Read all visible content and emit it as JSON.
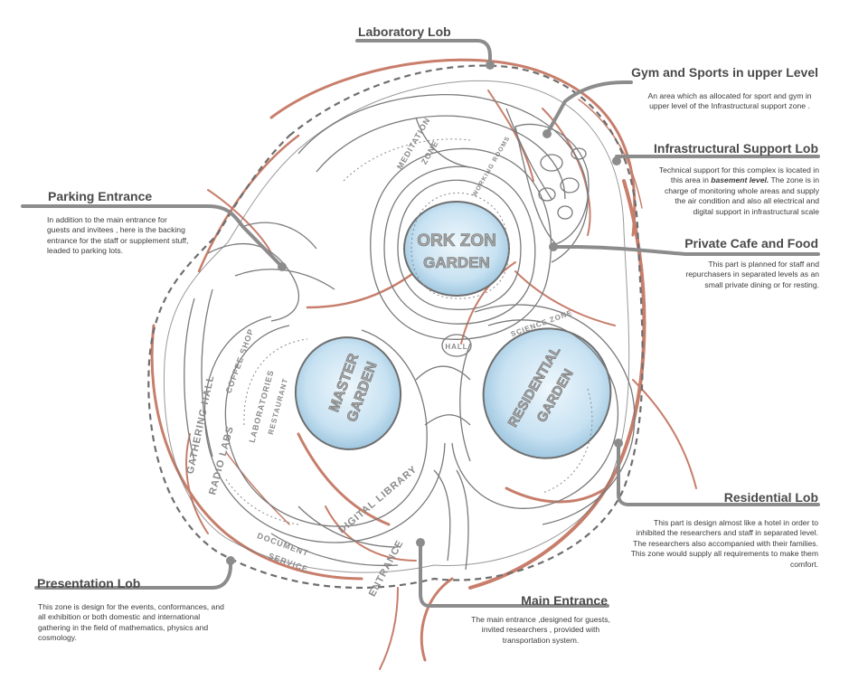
{
  "labels": {
    "laboratory": {
      "title": "Laboratory Lob"
    },
    "gym": {
      "title": "Gym and Sports in upper Level",
      "desc": "An area which as allocated for sport and gym in upper level of the Infrastructural support zone ."
    },
    "infra": {
      "title": "Infrastructural Support  Lob",
      "desc_1": "Technical support for this complex is located in this area in ",
      "desc_em": "basement level.",
      "desc_2": " The zone is in charge of monitoring  whole areas and supply the air condition and also all electrical and digital support in infrastructural scale"
    },
    "parking": {
      "title": "Parking Entrance",
      "desc": "In addition to the main entrance for guests and invitees , here is the backing entrance for the staff or supplement  stuff, leaded to parking lots."
    },
    "cafe": {
      "title": "Private Cafe and Food",
      "desc": "This part is planned for staff and repurchasers in separated levels as an small private dining or for resting."
    },
    "residential": {
      "title": "Residential Lob",
      "desc": "This part is design almost like a hotel in order to inhibited the researchers and staff in separated level. The researchers also accompanied with their families. This zone would supply all requirements to make them comfort."
    },
    "presentation": {
      "title": "Presentation Lob",
      "desc": "This zone is design for the events, conformances, and all exhibition or both domestic and international gathering in the field of mathematics, physics and cosmology."
    },
    "main": {
      "title": "Main Entrance",
      "desc": "The main entrance ,designed for guests, invited researchers , provided with transportation system."
    }
  },
  "zones": {
    "work_garden_1": "ORK ZON",
    "work_garden_2": "GARDEN",
    "master_garden_1": "MASTER",
    "master_garden_2": "GARDEN",
    "res_garden_1": "RESIDENTIAL",
    "res_garden_2": "GARDEN",
    "gathering_hall": "GATHERING HALL",
    "radio_labs": "RADIO LABS",
    "coffee_shop": "COFFEE SHOP",
    "laboratories": "LABORATORIES",
    "restaurant": "RESTAURANT",
    "document_service_1": "DOCUMENT",
    "document_service_2": "SERVICE",
    "digital_library": "DIGITAL LIBRARY",
    "entrance": "ENTRANCE",
    "meditation_zone_1": "MEDITATION",
    "meditation_zone_2": "ZONE",
    "working_rooms": "WORKING ROOMS",
    "hall": "HALL",
    "science_zone": "SCIENCE ZONE"
  },
  "colors": {
    "leader": "#8c8c8c",
    "rust": "#b5533a",
    "outline": "#6e6e6e",
    "garden": "#cfe6f3"
  }
}
